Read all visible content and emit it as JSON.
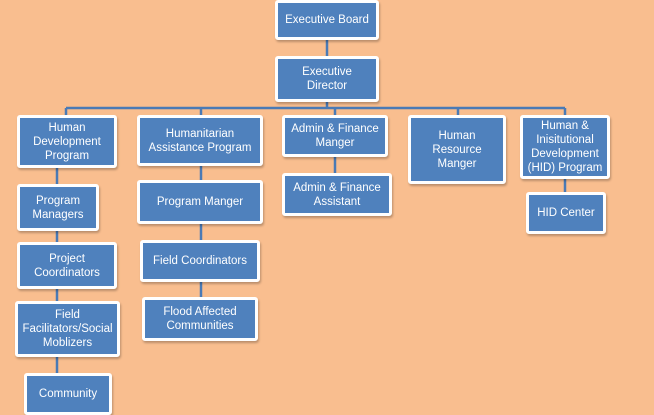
{
  "colors": {
    "background": "#f9be8f",
    "node_fill": "#4f81bd",
    "node_border": "#ffffff",
    "connector": "#4a7ab5",
    "text": "#ffffff"
  },
  "org_chart": {
    "executive_board": "Executive Board",
    "executive_director": "Executive Director",
    "departments": [
      {
        "name": "Human Development Program",
        "children": [
          "Program Managers",
          "Project Coordinators",
          "Field Facilitators/Social Moblizers",
          "Community"
        ]
      },
      {
        "name": "Humanitarian Assistance Program",
        "children": [
          "Program Manger",
          "Field Coordinators",
          "Flood Affected Communities"
        ]
      },
      {
        "name": "Admin & Finance Manger",
        "children": [
          "Admin & Finance Assistant"
        ]
      },
      {
        "name": "Human Resource Manger",
        "children": []
      },
      {
        "name": "Human & Inisitutional Development (HID) Program",
        "children": [
          "HID Center"
        ]
      }
    ]
  }
}
